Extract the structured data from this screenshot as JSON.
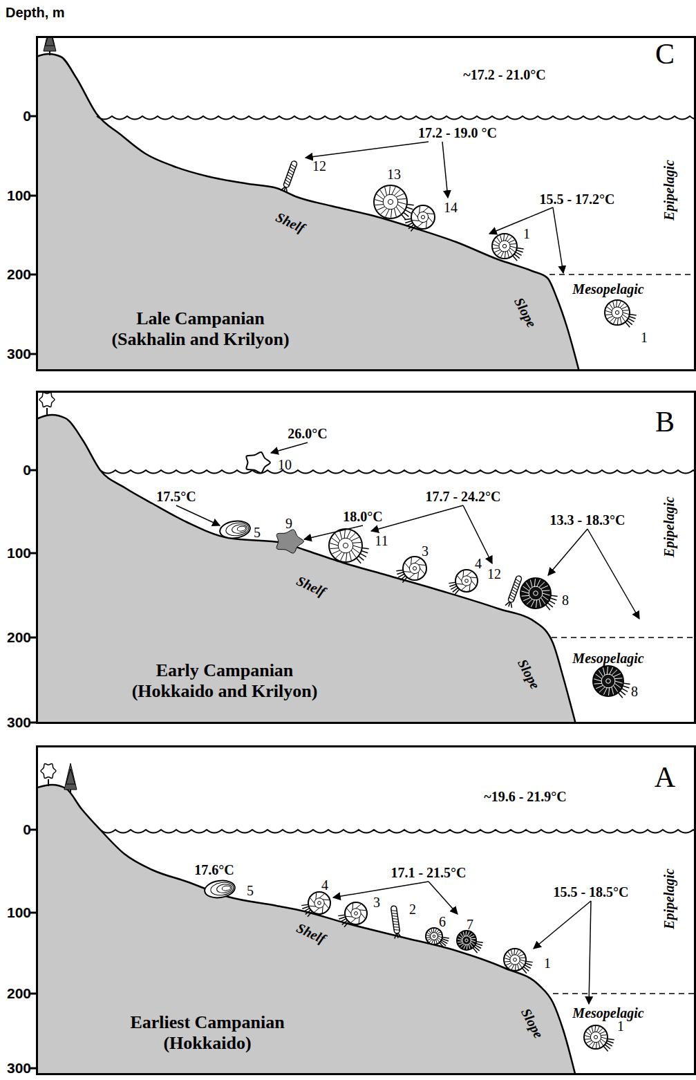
{
  "diagram": {
    "nodes": [
      {
        "text": [
          "C",
          "~17.2 - 21.0°C",
          "17.2 - 19.0 °C",
          "15.5 - 17.2°C",
          "12",
          "13",
          "14",
          "1",
          "Shelf",
          "Mesopelagic",
          "1",
          "Slope",
          "Epipelagic",
          "Lale Campanian (Sakhalin and Krilyon)"
        ]
      },
      {
        "text": [
          "B",
          "26.0°C",
          "10",
          "17.5°C",
          "18.0°C",
          "17.7 - 24.2°C",
          "13.3 - 18.3°C",
          "5",
          "9",
          "11",
          "3",
          "4",
          "12",
          "8",
          "Shelf",
          "Epipelagic",
          "Mesopelagic",
          "Slope",
          "8",
          "Early Campanian (Hokkaido and Krilyon)"
        ]
      },
      {
        "text": [
          "A",
          "~19.6 - 21.9°C",
          "17.6°C",
          "17.1 - 21.5°C",
          "15.5 - 18.5°C",
          "5",
          "4",
          "3",
          "2",
          "6",
          "7",
          "1",
          "Shelf",
          "Epipelagic",
          "Mesopelagic",
          "Slope",
          "1",
          "Earliest Campanian (Hokkaido)"
        ]
      }
    ],
    "labels": [
      "Depth, m",
      "0",
      "100",
      "200",
      "300",
      "0",
      "100",
      "200",
      "300",
      "0",
      "100",
      "200",
      "300"
    ]
  }
}
